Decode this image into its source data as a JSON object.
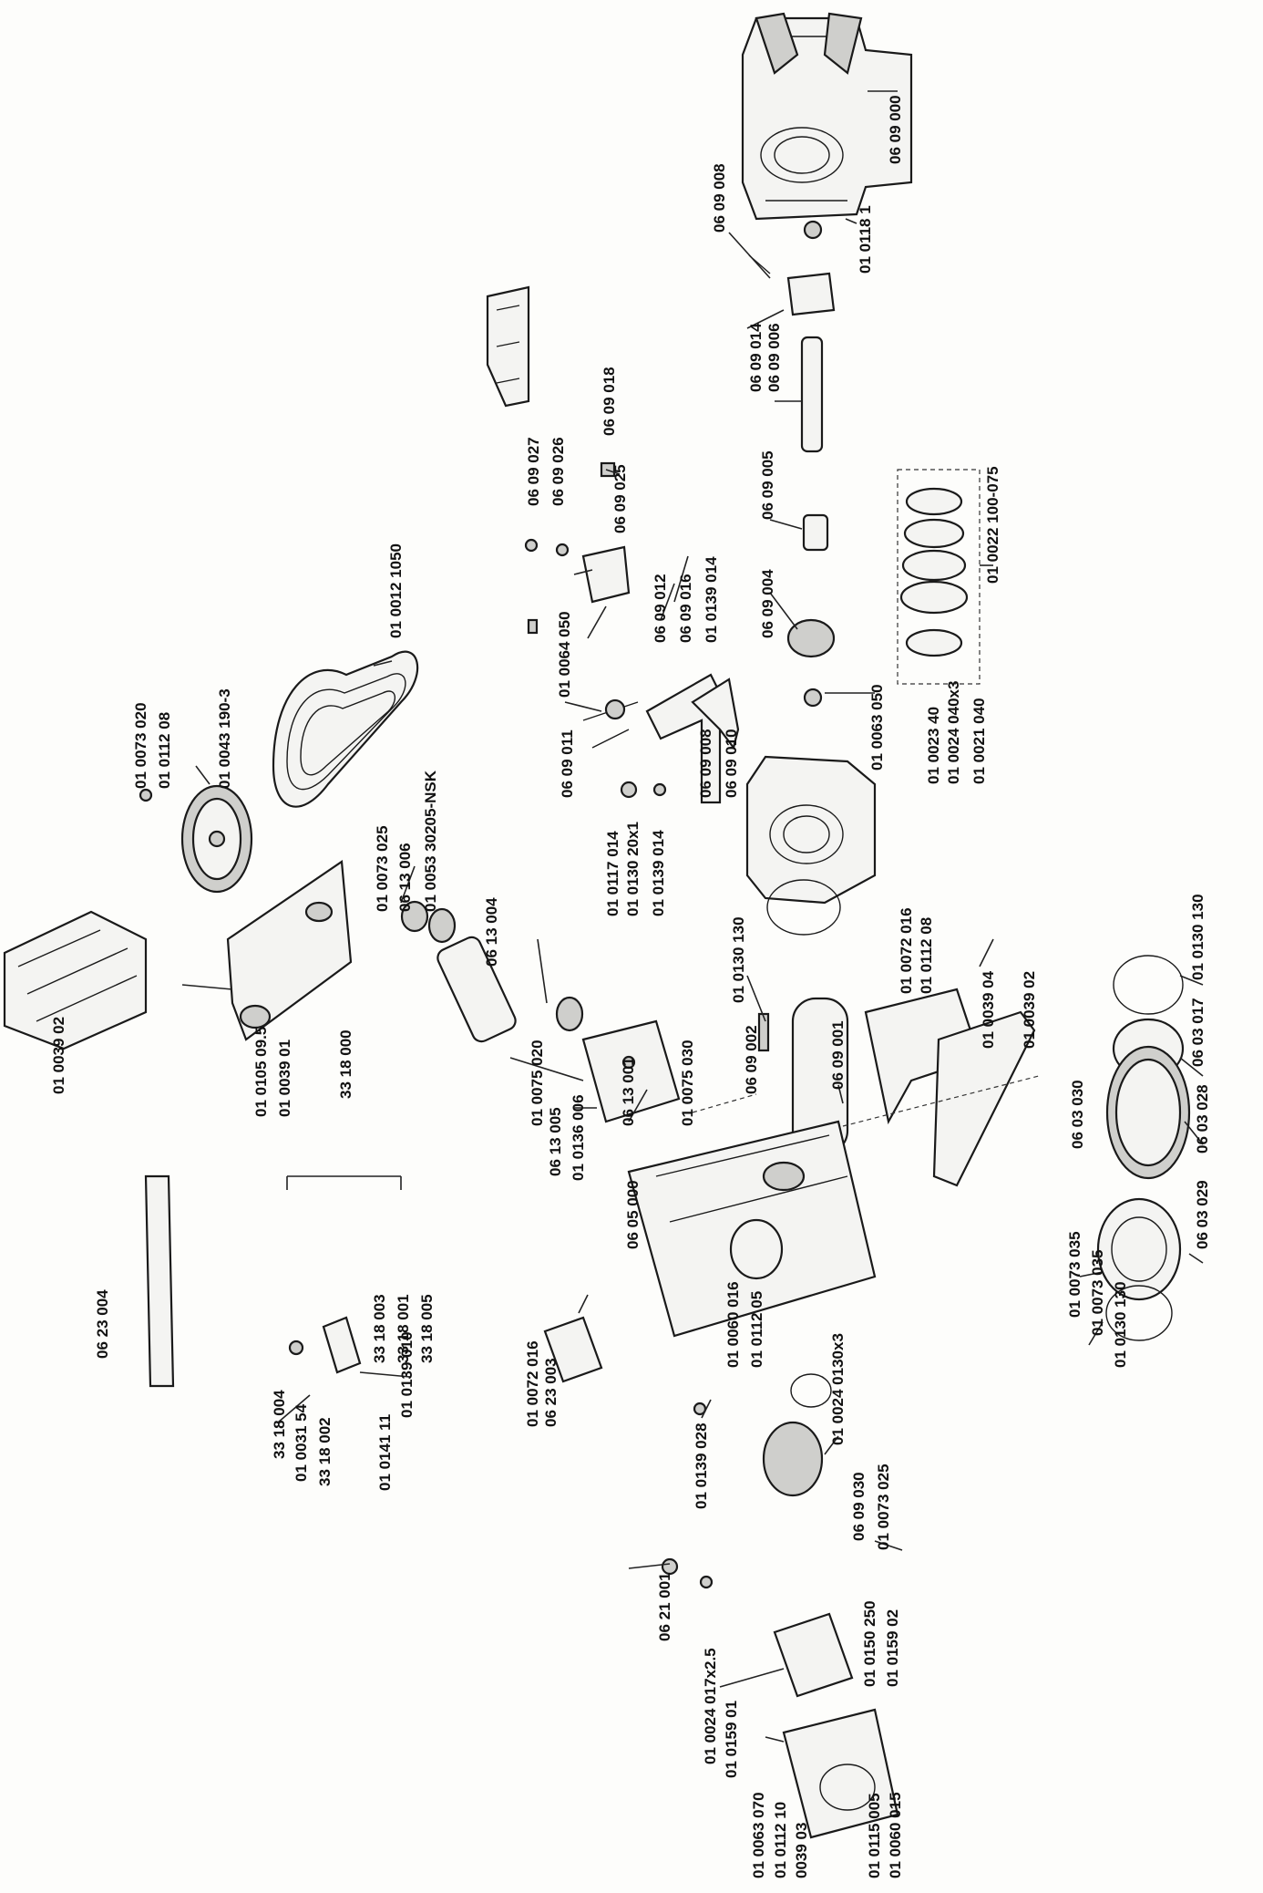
{
  "labels": [
    "06 09 000",
    "01 0118 1",
    "06 09 008",
    "06 09 014",
    "06 09 006",
    "06 09 005",
    "06 09 004",
    "01 0022 100-075",
    "01 0063 050",
    "06 09 027",
    "06 09 026",
    "06 09 018",
    "06 09 025",
    "06 09 012",
    "06 09 016",
    "01 0139 014",
    "01 0064 050",
    "06 09 011",
    "06 09 008",
    "06 09 010",
    "01 0117 014",
    "01 0130 20x1",
    "01 0139 014",
    "01 0023 40",
    "01 0024 040x3",
    "01 0021 040",
    "01 0012 1050",
    "01 0073 020",
    "01 0112 08",
    "01 0043 190-3",
    "01 0073 025",
    "06 13 006",
    "01 0053 30205-NSK",
    "06 13 004",
    "01 0130 130",
    "01 0072 016",
    "01 0112 08",
    "01 0039 04",
    "01 0039 02",
    "01 0039 02",
    "01 0105 09.5",
    "01 0039 01",
    "01 0075 020",
    "06 13 001",
    "01 0075 030",
    "06 09 002",
    "06 09 001",
    "01 0130 130",
    "06 03 017",
    "06 03 028",
    "06 03 030",
    "06 03 029",
    "33 18 000",
    "06 13 005",
    "01 0136 006",
    "06 05 000",
    "01 0073 035",
    "01 0073 035",
    "01 0130 130",
    "06 23 004",
    "33 18 003",
    "33 18 001",
    "33 18 005",
    "01 0139 010",
    "33 18 004",
    "01 0031 54",
    "33 18 002",
    "01 0141 11",
    "01 0072 016",
    "06 23 003",
    "01 0060 016",
    "01 0112 05",
    "01 0024 0130x3",
    "01 0139 028",
    "06 09 030",
    "01 0073 025",
    "01 0150 250",
    "01 0159 02",
    "06 21 001",
    "01 0024 017x2.5",
    "01 0159 01",
    "01 0063 070",
    "01 0112 10",
    "0039 03",
    "01 0115 005",
    "01 0060 015"
  ]
}
